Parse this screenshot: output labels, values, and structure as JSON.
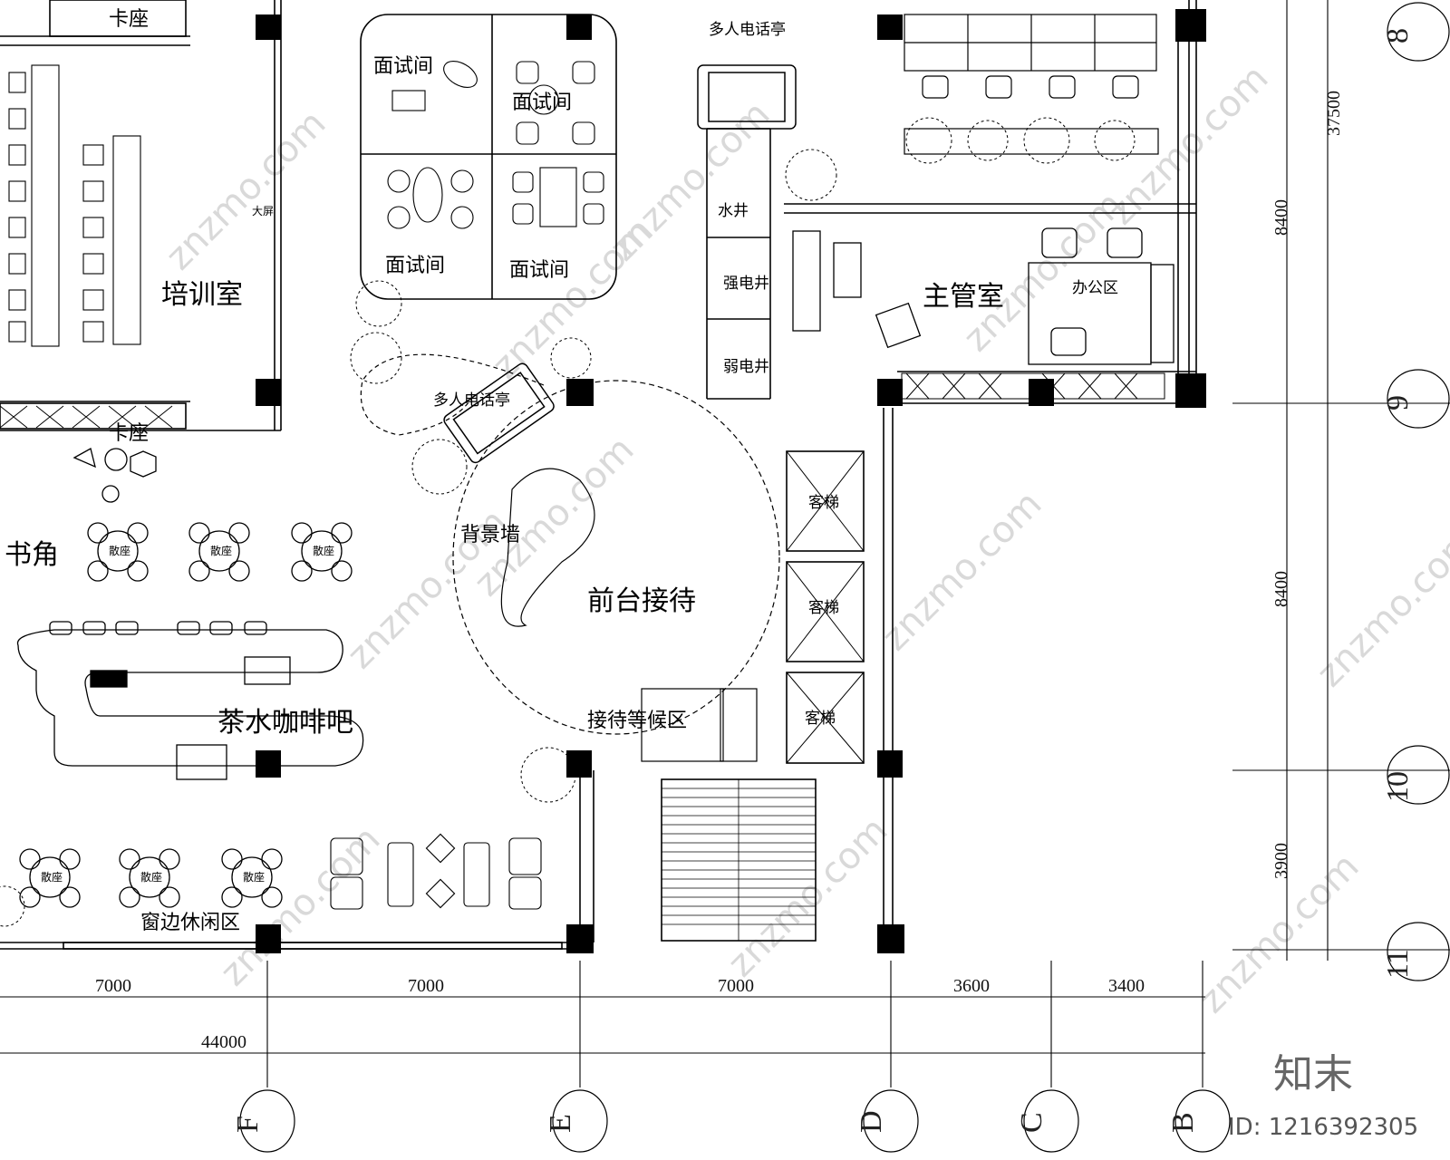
{
  "rooms": {
    "card_seat_top": "卡座",
    "interview_1": "面试间",
    "interview_2": "面试间",
    "interview_3": "面试间",
    "interview_4": "面试间",
    "phone_booth_top": "多人电话亭",
    "phone_booth_mid": "多人电话亭",
    "big_screen": "大屏",
    "training": "培训室",
    "water_shaft": "水井",
    "strong_shaft": "强电井",
    "weak_shaft": "弱电井",
    "manager": "主管室",
    "office_area": "办公区",
    "card_seat_mid": "卡座",
    "book_corner": "书角",
    "background_wall": "背景墙",
    "reception": "前台接待",
    "elevator_1": "客梯",
    "elevator_2": "客梯",
    "elevator_3": "客梯",
    "waiting_area": "接待等候区",
    "tea_bar": "茶水咖啡吧",
    "window_lounge": "窗边休闲区",
    "loose_seat": "散座"
  },
  "dims_horizontal": [
    "7000",
    "7000",
    "7000",
    "3600",
    "3400"
  ],
  "dim_total": "44000",
  "dims_vertical": [
    "37500",
    "8400",
    "8400",
    "3900"
  ],
  "axis_bottom": [
    "F",
    "E",
    "D",
    "C",
    "B"
  ],
  "axis_right": [
    "8",
    "9",
    "10",
    "11"
  ],
  "watermark": "znzmo.com",
  "brand": "知末",
  "id_text": "ID: 1216392305",
  "colors": {
    "line": "#000000",
    "watermark": "#d9d9d9",
    "brand": "#666666"
  }
}
